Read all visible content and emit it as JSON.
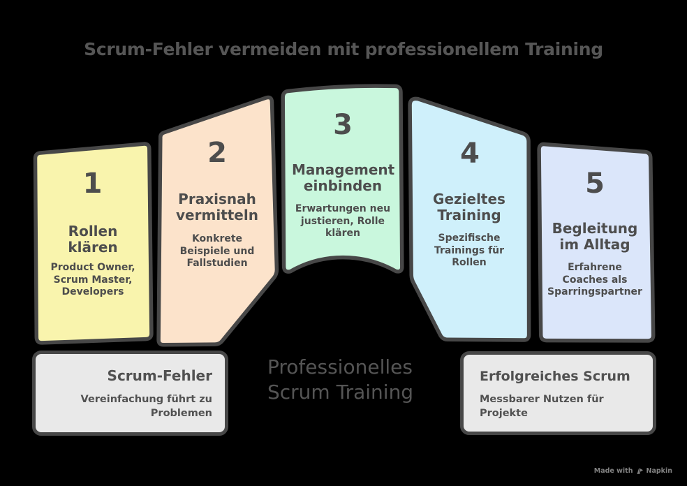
{
  "title": "Scrum-Fehler vermeiden mit professionellem Training",
  "colors": {
    "background": "#000000",
    "outline": "#474747",
    "card_text": "#4d4d4d",
    "title_text": "#565656",
    "center_text": "#555555",
    "box_fill": "#e9e9e9",
    "box_text": "#515151",
    "watermark_text": "#828282"
  },
  "steps": [
    {
      "number": "1",
      "title": "Rollen klären",
      "body": "Product Owner, Scrum Master, Developers",
      "fill": "#f9f4ad"
    },
    {
      "number": "2",
      "title": "Praxisnah vermitteln",
      "body": "Konkrete Beispiele und Fallstudien",
      "fill": "#fce3cb"
    },
    {
      "number": "3",
      "title": "Management einbinden",
      "body": "Erwartungen neu justieren, Rolle klären",
      "fill": "#c9f7dd"
    },
    {
      "number": "4",
      "title": "Gezieltes Training",
      "body": "Spezifische Trainings für Rollen",
      "fill": "#cff0fb"
    },
    {
      "number": "5",
      "title": "Begleitung im Alltag",
      "body": "Erfahrene Coaches als Sparringspartner",
      "fill": "#dbe6fa"
    }
  ],
  "problem_box": {
    "title": "Scrum-Fehler",
    "body": "Vereinfachung führt zu Problemen"
  },
  "solution_box": {
    "title": "Erfolgreiches Scrum",
    "body": "Messbarer Nutzen für Projekte"
  },
  "center_label": {
    "line1": "Professionelles",
    "line2": "Scrum Training"
  },
  "watermark": {
    "prefix": "Made with",
    "brand": "Napkin"
  }
}
